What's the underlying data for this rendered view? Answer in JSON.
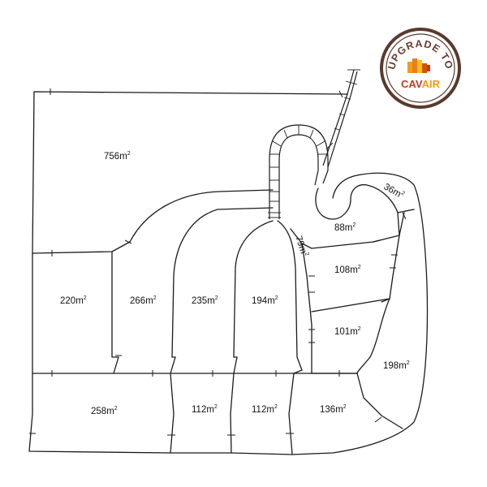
{
  "lots": [
    {
      "id": "lot-756",
      "area": "756",
      "unit": "m"
    },
    {
      "id": "lot-220",
      "area": "220",
      "unit": "m"
    },
    {
      "id": "lot-266",
      "area": "266",
      "unit": "m"
    },
    {
      "id": "lot-235",
      "area": "235",
      "unit": "m"
    },
    {
      "id": "lot-194",
      "area": "194",
      "unit": "m"
    },
    {
      "id": "lot-79",
      "area": "79",
      "unit": "m"
    },
    {
      "id": "lot-88",
      "area": "88",
      "unit": "m"
    },
    {
      "id": "lot-36",
      "area": "36",
      "unit": "m"
    },
    {
      "id": "lot-108",
      "area": "108",
      "unit": "m"
    },
    {
      "id": "lot-101",
      "area": "101",
      "unit": "m"
    },
    {
      "id": "lot-198",
      "area": "198",
      "unit": "m"
    },
    {
      "id": "lot-258",
      "area": "258",
      "unit": "m"
    },
    {
      "id": "lot-112a",
      "area": "112",
      "unit": "m"
    },
    {
      "id": "lot-112b",
      "area": "112",
      "unit": "m"
    },
    {
      "id": "lot-136",
      "area": "136",
      "unit": "m"
    }
  ],
  "unit_superscript": "2",
  "badge": {
    "arc_text": "UPGRADE TO",
    "brand_part1": "CAV",
    "brand_part2": "AIR",
    "ring_color": "#5a3a2e",
    "brand_color_1": "#c0392b",
    "brand_color_2": "#f39c12"
  }
}
